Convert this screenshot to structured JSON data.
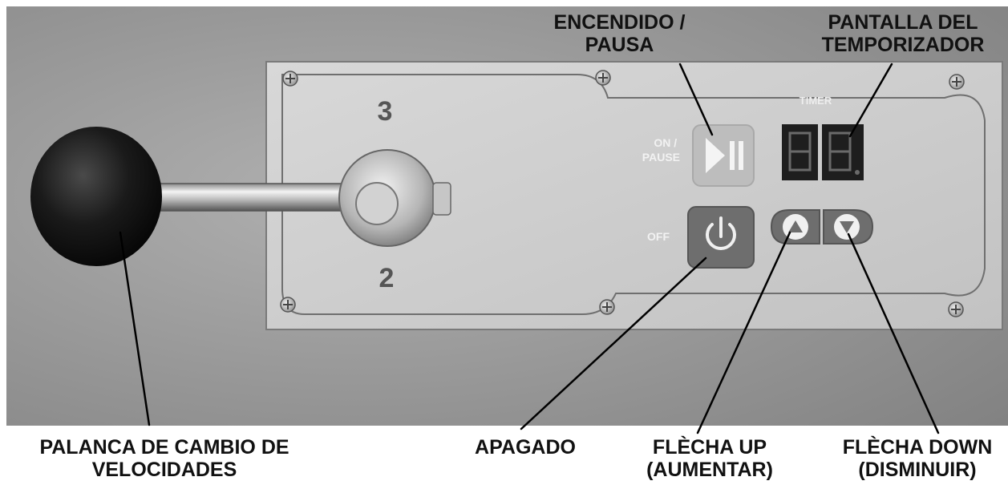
{
  "panel": {
    "gear_high": "3",
    "gear_low": "2",
    "on_pause_line1": "ON /",
    "on_pause_line2": "PAUSE",
    "off_text": "OFF",
    "timer_text": "TIMER"
  },
  "callouts": {
    "encendido_line1": "ENCENDIDO /",
    "encendido_line2": "PAUSA",
    "pantalla_line1": "PANTALLA DEL",
    "pantalla_line2": "TEMPORIZADOR",
    "palanca_line1": "PALANCA DE CAMBIO DE",
    "palanca_line2": "VELOCIDADES",
    "apagado": "APAGADO",
    "up_line1": "FLÈCHA UP",
    "up_line2": "(AUMENTAR)",
    "down_line1": "FLÈCHA DOWN",
    "down_line2": "(DISMINUIR)"
  },
  "colors": {
    "housing": "#9a9a9a",
    "panel_face": "#cfcfcf",
    "button_dark": "#6e6e6e",
    "button_light": "#bdbdbd",
    "display": "#1e1e1e",
    "knob": "#151515"
  }
}
